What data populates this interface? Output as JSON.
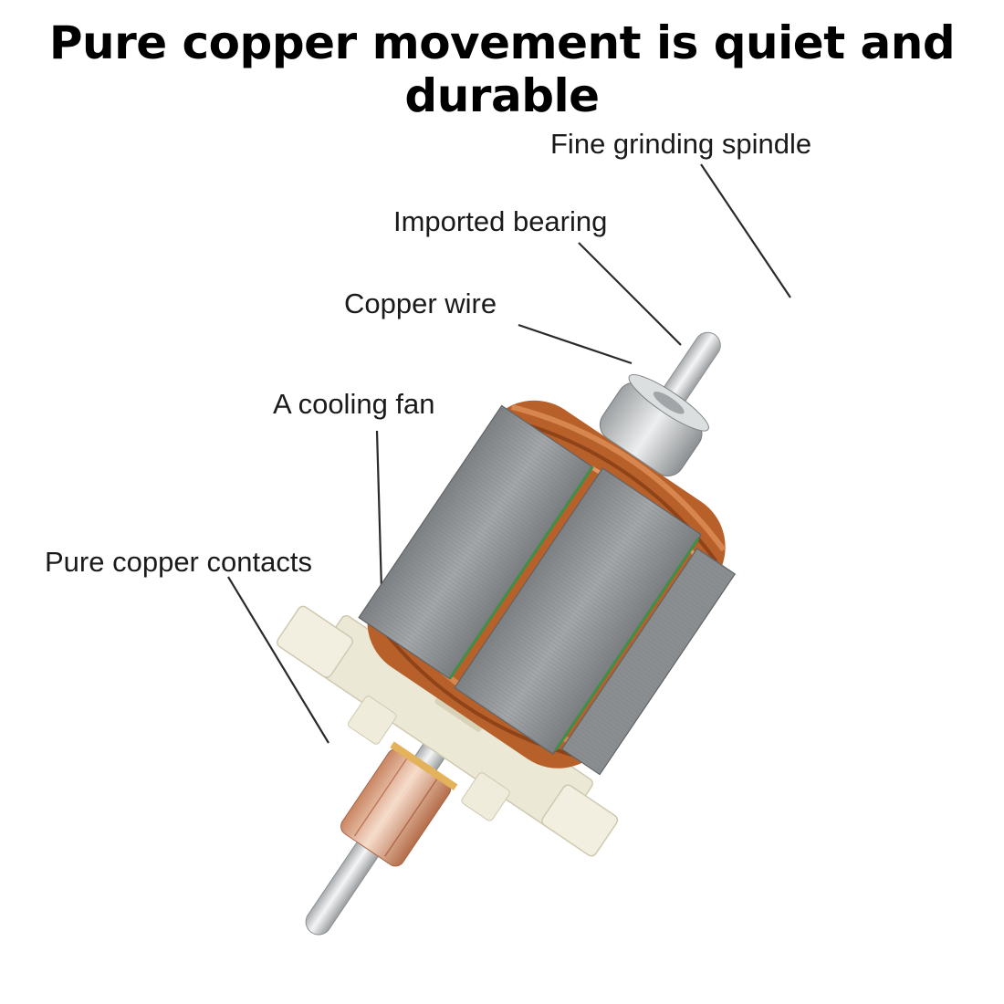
{
  "headline": "Pure copper movement is quiet and durable",
  "callouts": {
    "spindle": "Fine grinding spindle",
    "bearing": "Imported bearing",
    "wire": "Copper wire",
    "fan": "A cooling fan",
    "contacts": "Pure copper contacts"
  },
  "colors": {
    "background": "#ffffff",
    "text": "#000000",
    "leader_line": "#2a2a2a",
    "steel_core": "#8e9294",
    "copper_winding": "#b8602a",
    "plastic_fan": "#ece8d6",
    "commutator": "#d9a079",
    "shaft": "#d6d8da"
  }
}
